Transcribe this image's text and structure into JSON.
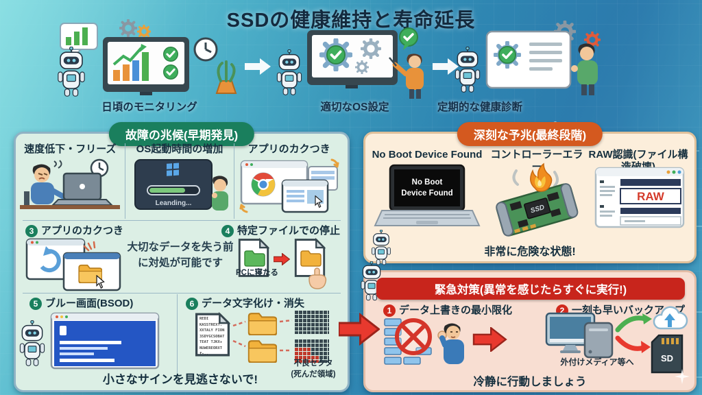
{
  "title": "SSDの健康維持と寿命延長",
  "top_steps": {
    "step1": "日頃のモニタリング",
    "step2": "適切なOS設定",
    "step3": "定期的な健康診断"
  },
  "early": {
    "header": "故障の兆候(早期発見)",
    "col1": "速度低下・フリーズ",
    "col2": "OS起動時間の増加",
    "boot_text": "Leanding...",
    "col3": "アプリのカクつき",
    "n3": "3",
    "item3": "アプリのカクつき",
    "n4": "4",
    "item4": "特定ファイルでの停止",
    "note1": "大切なデータを失う前",
    "note2": "に対処が可能です",
    "file_caption": "PCに寝たる",
    "n5": "5",
    "item5": "ブルー画面(BSOD)",
    "n6": "6",
    "item6": "データ文字化け・消失",
    "doc_text": "REDI\nKASSTREXT.\nXXTALY FION\n3SDYGCSOBAT\nTEAT TJKX+\nNUWEREORXT\nf-..",
    "sector_caption": "不良セクタ\n(死んだ領域)",
    "footer": "小さなサインを見逃さないで!"
  },
  "severe": {
    "header": "深刻な予兆(最終段階)",
    "col1": "No Boot Device Found",
    "screen1": "No Boot",
    "screen2": "Device Found",
    "col2": "コントローラーエラー",
    "chip": "SSD",
    "col3": "RAW認識(ファイル構造破壊)",
    "raw": "RAW",
    "footer": "非常に危険な状態!"
  },
  "emergency": {
    "header": "緊急対策(異常を感じたらすぐに実行!)",
    "n1": "1",
    "step1": "データ上書きの最小限化",
    "n2": "2",
    "step2": "一刻も早いバックアップ",
    "media_caption": "外付けメディア等へ",
    "sd": "SD",
    "footer": "冷静に行動しましょう"
  },
  "colors": {
    "early_header": "#1a7f5d",
    "severe_header": "#d4591f",
    "emergency_header": "#c8251c",
    "early_bg": "#dcefe5",
    "severe_bg": "#fceedb",
    "emergency_bg": "#f8ded2",
    "accent_red": "#e8392e",
    "accent_green": "#4caf50",
    "raw_text": "#d43a2a"
  }
}
